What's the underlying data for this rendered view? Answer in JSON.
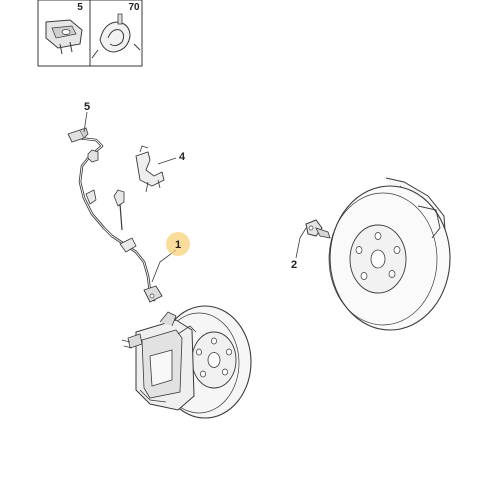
{
  "header_table": {
    "cells": [
      {
        "ref": "5"
      },
      {
        "ref": "70"
      }
    ]
  },
  "callouts": [
    {
      "ref": "5"
    },
    {
      "ref": "4"
    },
    {
      "ref": "1",
      "highlighted": true
    },
    {
      "ref": "2"
    }
  ],
  "colors": {
    "line": "#3a3a3a",
    "part_fill": "#f2f2f2",
    "highlight": "#f8d27a"
  }
}
